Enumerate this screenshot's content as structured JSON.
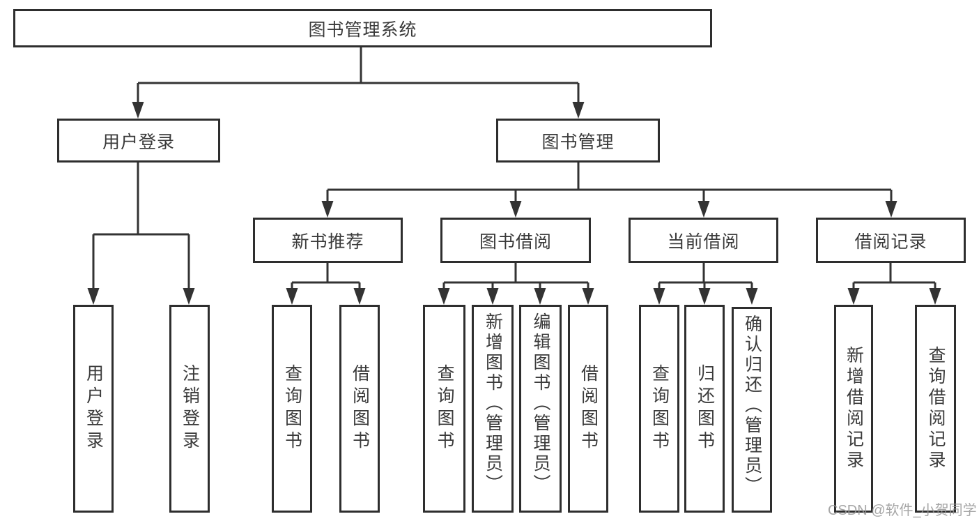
{
  "diagram": {
    "root": "图书管理系统",
    "user_login": {
      "label": "用户登录",
      "children": [
        "用户登录",
        "注销登录"
      ]
    },
    "book_mgmt": {
      "label": "图书管理",
      "sections": {
        "new_book": {
          "label": "新书推荐",
          "children": [
            "查询图书",
            "借阅图书"
          ]
        },
        "book_borrow": {
          "label": "图书借阅",
          "children": [
            "查询图书",
            "新增图书（管理员）",
            "编辑图书（管理员）",
            "借阅图书"
          ]
        },
        "current_borrow": {
          "label": "当前借阅",
          "children": [
            "查询图书",
            "归还图书",
            "确认归还（管理员）"
          ]
        },
        "borrow_record": {
          "label": "借阅记录",
          "children": [
            "新增借阅记录",
            "查询借阅记录"
          ]
        }
      }
    }
  },
  "watermark": "CSDN @软件_小贺同学",
  "colors": {
    "line": "#333333",
    "box_border": "#2e2e2e",
    "text": "#3a3a3a",
    "watermark": "#969696",
    "background": "#ffffff"
  }
}
